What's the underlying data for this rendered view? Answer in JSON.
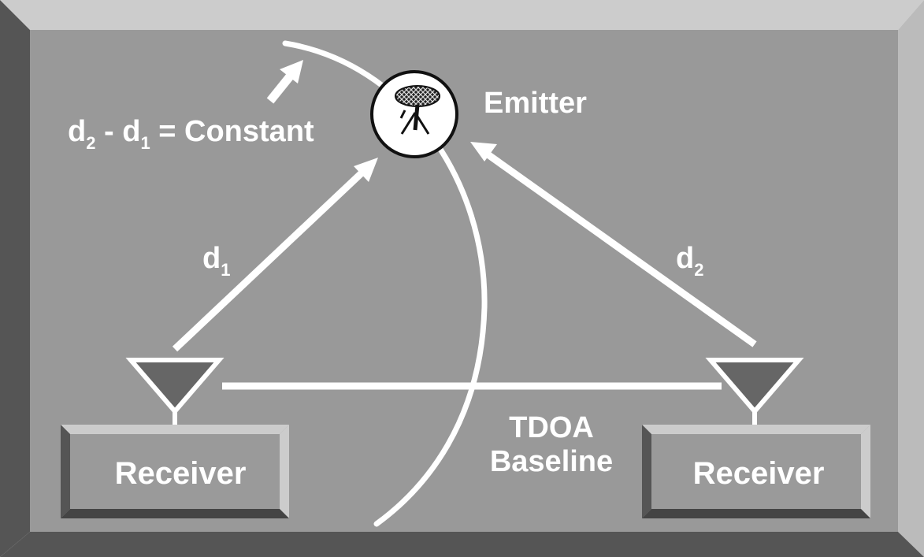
{
  "equation": {
    "d2": "d",
    "d2_sub": "2",
    "minus": " - ",
    "d1": "d",
    "d1_sub": "1",
    "rest": " = Constant"
  },
  "emitter": {
    "label": "Emitter"
  },
  "distances": {
    "d1": {
      "main": "d",
      "sub": "1"
    },
    "d2": {
      "main": "d",
      "sub": "2"
    }
  },
  "baseline": {
    "line1": "TDOA",
    "line2": "Baseline"
  },
  "receivers": [
    {
      "label": "Receiver"
    },
    {
      "label": "Receiver"
    }
  ],
  "colors": {
    "panel_face": "#999999",
    "bevel_light": "#cccccc",
    "bevel_dark": "#555555",
    "receiver_face": "#9a9a9a",
    "antenna_fill": "#666666",
    "ink": "#ffffff"
  },
  "icons": {
    "emitter_symbol": "radar-dish-on-tripod-icon"
  }
}
